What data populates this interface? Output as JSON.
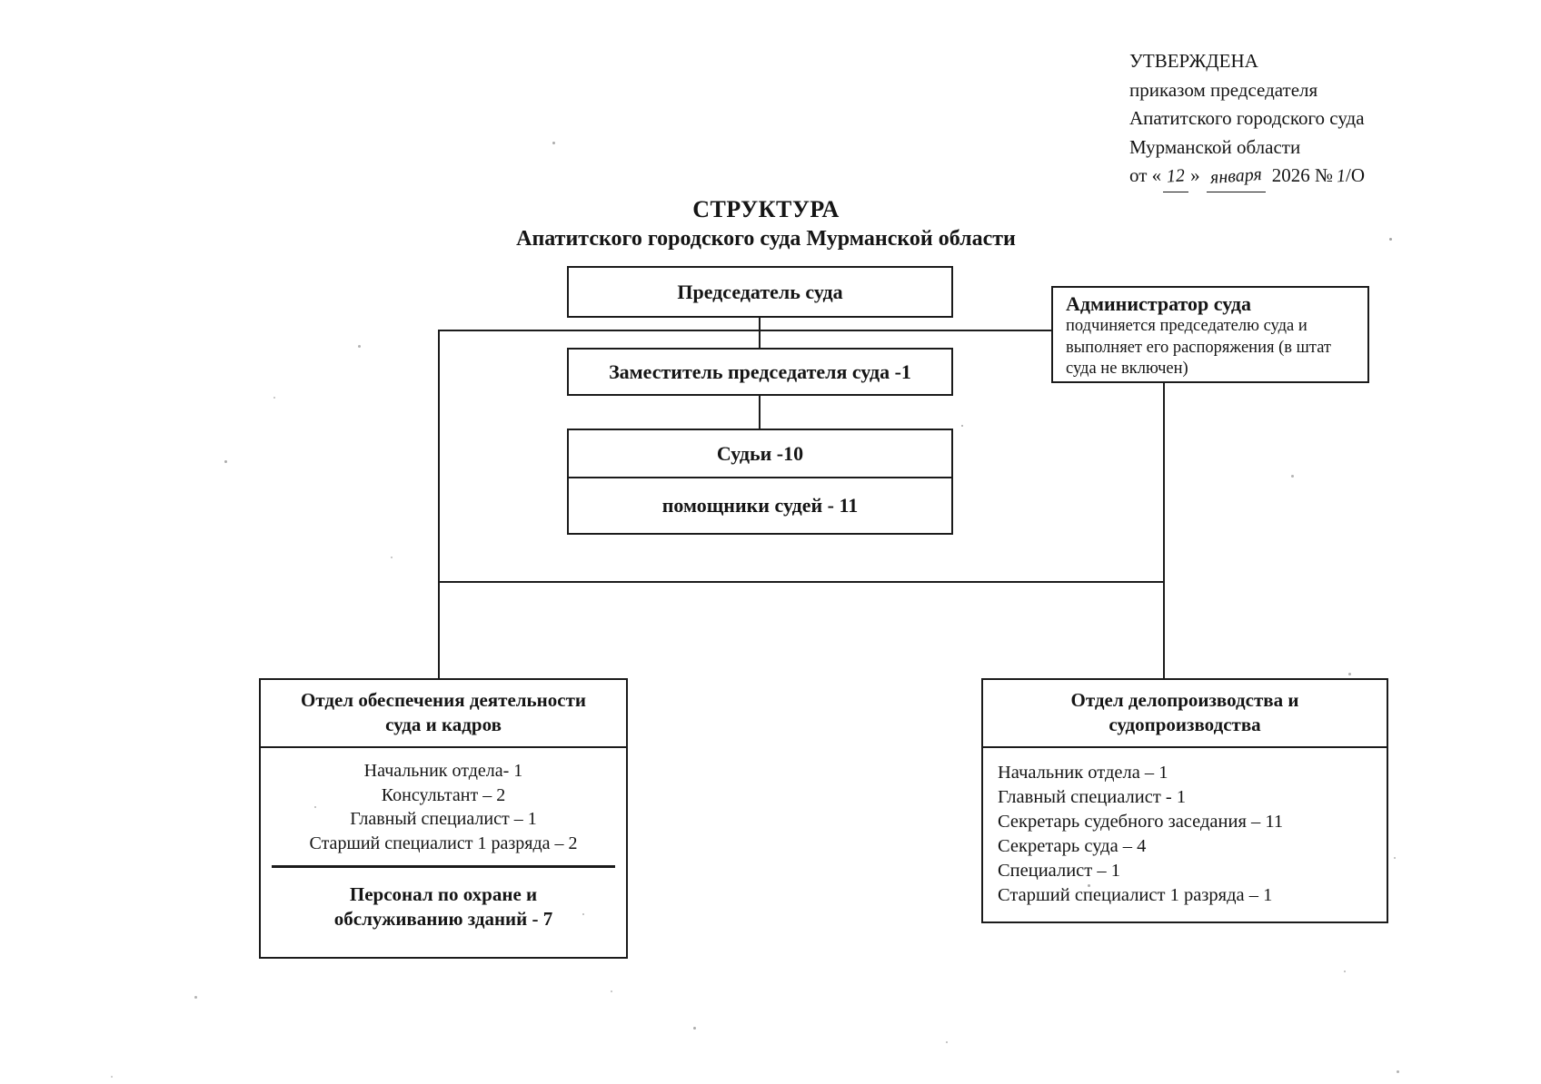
{
  "approval": {
    "line1": "УТВЕРЖДЕНА",
    "line2": "приказом председателя",
    "line3": "Апатитского городского суда",
    "line4": "Мурманской области",
    "date_prefix": "от «",
    "date_day": "12",
    "date_close_quote": "»",
    "date_month": "января",
    "date_year": "2026 №",
    "order_number": "1",
    "order_suffix": "/О"
  },
  "title": {
    "main": "СТРУКТУРА",
    "subtitle": "Апатитского городского суда Мурманской области"
  },
  "org": {
    "chairman": {
      "label": "Председатель суда"
    },
    "administrator": {
      "title": "Администратор суда",
      "note": "подчиняется председателю суда и выполняет его распоряжения (в штат суда не включен)"
    },
    "deputy": {
      "label": "Заместитель председателя суда -1"
    },
    "judges": {
      "label": "Судьи -10"
    },
    "assistants": {
      "label": "помощники судей - 11"
    },
    "dept_support": {
      "title": "Отдел обеспечения деятельности суда и кадров",
      "items": [
        "Начальник отдела- 1",
        "Консультант – 2",
        "Главный специалист – 1",
        "Старший специалист 1 разряда – 2"
      ],
      "footer": "Персонал по охране и обслуживанию зданий - 7"
    },
    "dept_records": {
      "title": "Отдел делопроизводства и судопроизводства",
      "items": [
        "Начальник отдела – 1",
        "Главный специалист - 1",
        "Секретарь судебного заседания – 11",
        "Секретарь суда – 4",
        "Специалист – 1",
        "Старший специалист 1 разряда – 1"
      ]
    }
  }
}
